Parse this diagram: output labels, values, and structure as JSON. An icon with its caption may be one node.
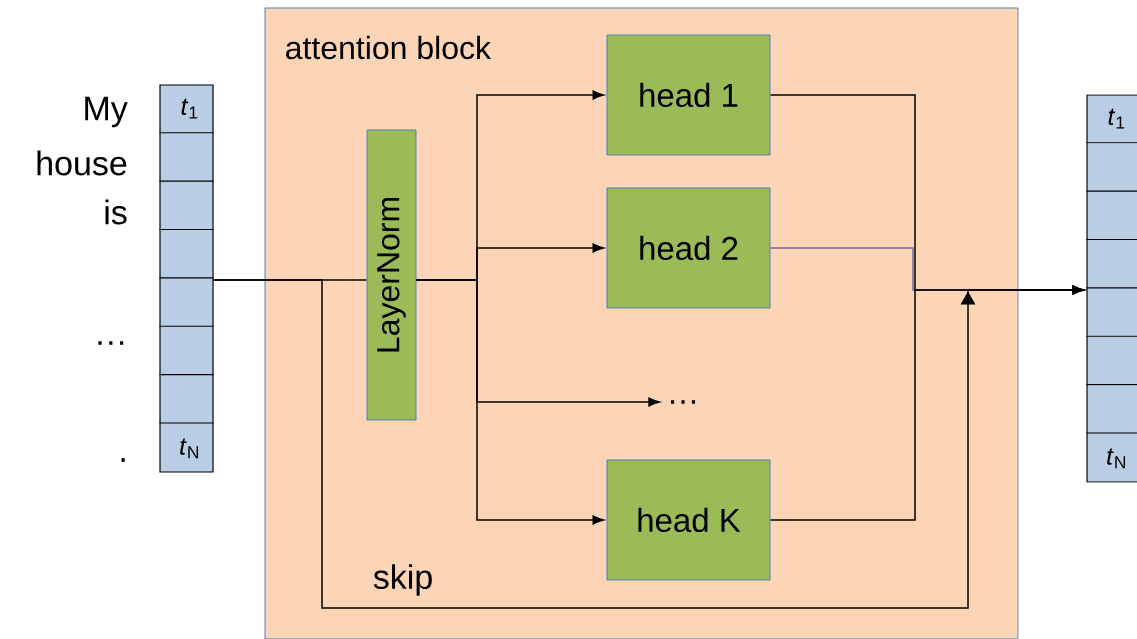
{
  "diagram": {
    "nodes": [
      {
        "text": [
          "attention block"
        ]
      },
      {
        "text": [
          "*t*$_{1}$",
          "*t*$_{N}$"
        ]
      },
      {
        "text": [
          "LayerNorm"
        ],
        "in": 0
      },
      {
        "text": [
          "head 1"
        ],
        "in": 0
      },
      {
        "text": [
          "head 2"
        ],
        "in": 0
      },
      {
        "text": [
          "…"
        ],
        "in": 0
      },
      {
        "text": [
          "head K"
        ],
        "in": 0
      },
      {
        "text": [
          "*t*$_{1}$",
          "*t*$_{N}$"
        ]
      }
    ],
    "edges": [
      {
        "from": 1,
        "to": 2,
        "arrow": "none"
      },
      {
        "from": 2,
        "to": 3,
        "arrow": "to"
      },
      {
        "from": 2,
        "to": 4,
        "arrow": "to"
      },
      {
        "from": 2,
        "to": 5,
        "arrow": "to"
      },
      {
        "from": 2,
        "to": 6,
        "arrow": "to"
      },
      {
        "from": 3,
        "to": 7,
        "arrow": "to"
      },
      {
        "from": 4,
        "to": 7,
        "arrow": "to",
        "color": "#8064a2"
      },
      {
        "from": 6,
        "to": 7,
        "arrow": "to"
      },
      {
        "from": 1,
        "to": 7,
        "arrow": "to",
        "label": "skip"
      }
    ],
    "labels": [
      "My",
      "house",
      "is",
      "…",
      "."
    ]
  }
}
